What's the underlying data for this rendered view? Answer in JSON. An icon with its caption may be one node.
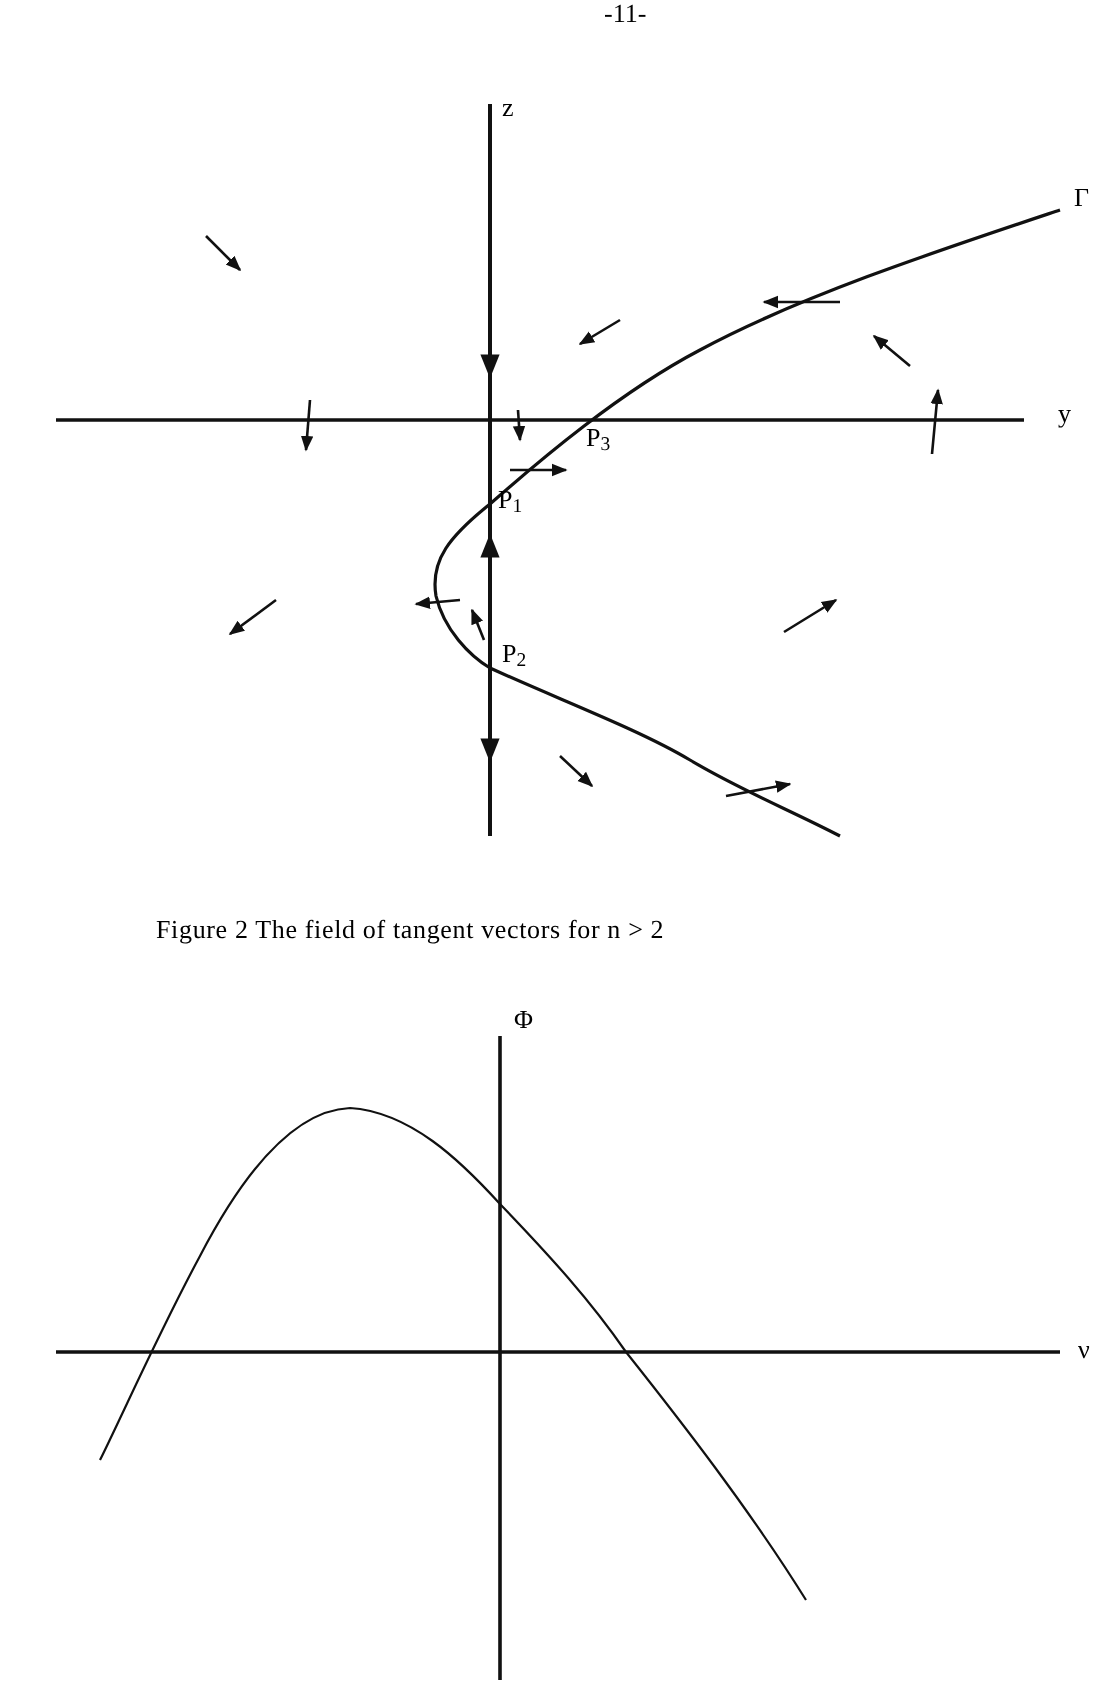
{
  "diagram": {
    "caption": "Figure 2 The field of tangent vectors for n > 2",
    "labels": [
      "-11-",
      "z",
      "Γ",
      "y",
      "P$_{3}$",
      "P$_{1}$",
      "P$_{2}$",
      "Φ",
      "ν"
    ]
  }
}
